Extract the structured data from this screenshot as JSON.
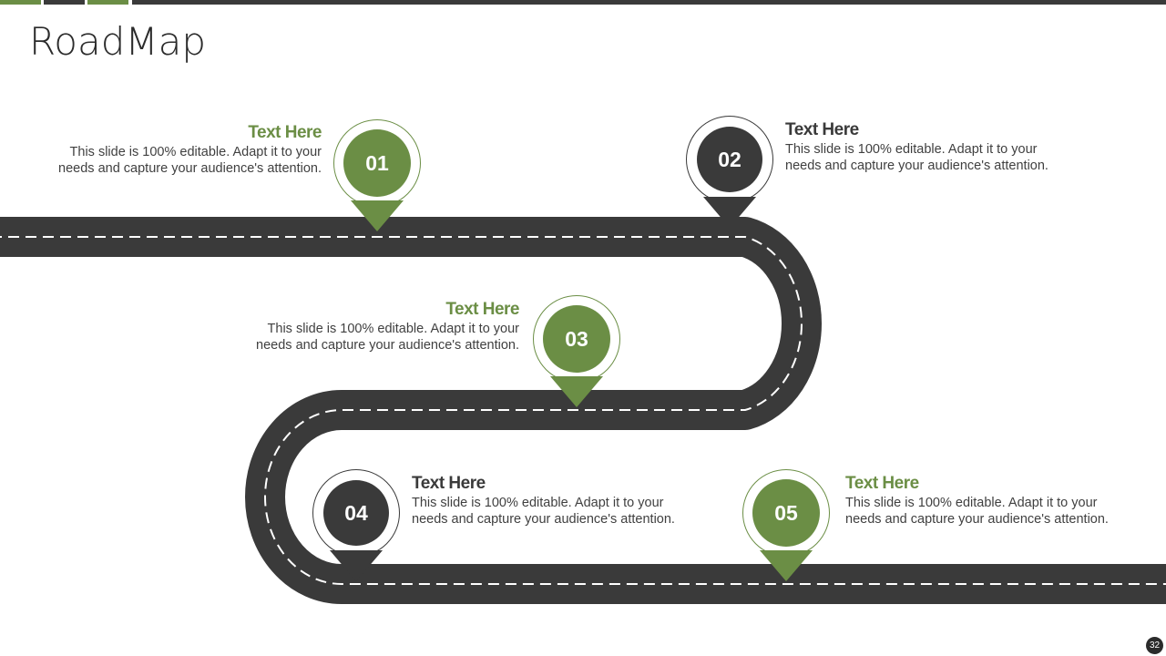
{
  "slide": {
    "title": "RoadMap",
    "page_number": "32"
  },
  "colors": {
    "green": "#6b8e45",
    "dark": "#3a3a3a",
    "road": "#3a3a3a",
    "dash": "#ffffff"
  },
  "milestones": [
    {
      "number": "01",
      "heading": "Text Here",
      "text_line1": "This slide is 100% editable. Adapt it to your",
      "text_line2": "needs and capture your audience's attention.",
      "color": "green"
    },
    {
      "number": "02",
      "heading": "Text Here",
      "text_line1": "This slide is 100% editable. Adapt it to your",
      "text_line2": "needs and capture your audience's attention.",
      "color": "dark"
    },
    {
      "number": "03",
      "heading": "Text Here",
      "text_line1": "This slide is 100% editable. Adapt it to your",
      "text_line2": "needs and capture your audience's attention.",
      "color": "green"
    },
    {
      "number": "04",
      "heading": "Text Here",
      "text_line1": "This slide is 100% editable. Adapt it to your",
      "text_line2": "needs and capture your audience's attention.",
      "color": "dark"
    },
    {
      "number": "05",
      "heading": "Text Here",
      "text_line1": "This slide is 100% editable. Adapt it to your",
      "text_line2": "needs and capture your audience's attention.",
      "color": "green"
    }
  ]
}
